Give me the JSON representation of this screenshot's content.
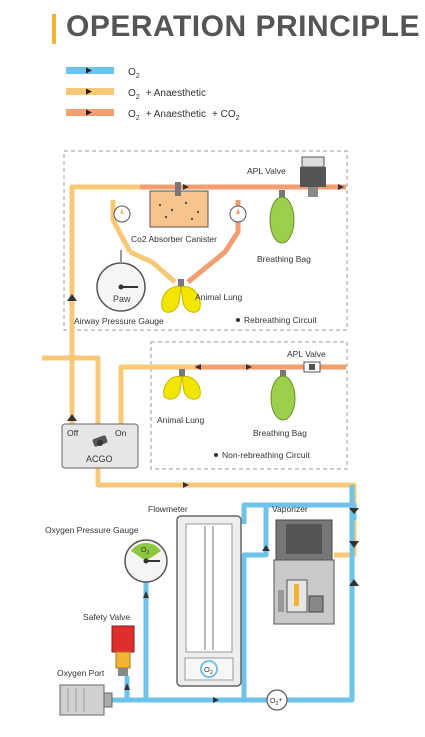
{
  "title": "OPERATION PRINCIPLE",
  "legend": [
    {
      "main": "O",
      "sub": "2",
      "rest": "",
      "rest2": "",
      "rest2_sub": "",
      "color": "#6ec3ea"
    },
    {
      "main": "O",
      "sub": "2",
      "rest": "+ Anaesthetic",
      "rest2": "",
      "rest2_sub": "",
      "color": "#f9c877"
    },
    {
      "main": "O",
      "sub": "2",
      "rest": "+ Anaesthetic",
      "rest2": "+ CO",
      "rest2_sub": "2",
      "color": "#f29e70"
    }
  ],
  "colors": {
    "o2": "#6ec3ea",
    "anaesthetic": "#f9c877",
    "co2": "#f29e70",
    "box_border": "#999999",
    "pressure_green": "#8dc63f",
    "lung_yellow": "#f2e600",
    "bag_green": "#9ccf4c",
    "valve_red": "#e02d2d"
  },
  "labels": {
    "apl_valve_top": "APL Valve",
    "co2_canister": "Co2 Absorber Canister",
    "breathing_bag_top": "Breathing Bag",
    "paw": "Paw",
    "animal_lung_top": "Animal Lung",
    "airway_gauge": "Airway Pressure Gauge",
    "rebreathing": "Rebreathing Circuit",
    "apl_valve_bottom": "APL Valve",
    "animal_lung_bottom": "Animal Lung",
    "breathing_bag_bottom": "Breathing Bag",
    "non_rebreathing": "Non-rebreathing Circuit",
    "acgo_off": "Off",
    "acgo_on": "On",
    "acgo": "ACGO",
    "flowmeter": "Flowmeter",
    "vaporizer": "Vaporizer",
    "oxygen_gauge": "Oxygen Pressure Gauge",
    "gauge_o2": "O",
    "gauge_o2_sub": "2",
    "safety_valve": "Safety Valve",
    "oxygen_port": "Oxygen Port",
    "flowmeter_o2": "O",
    "flowmeter_o2_sub": "2",
    "flush_o2": "O",
    "flush_o2_sub": "2",
    "flush_plus": "+"
  }
}
